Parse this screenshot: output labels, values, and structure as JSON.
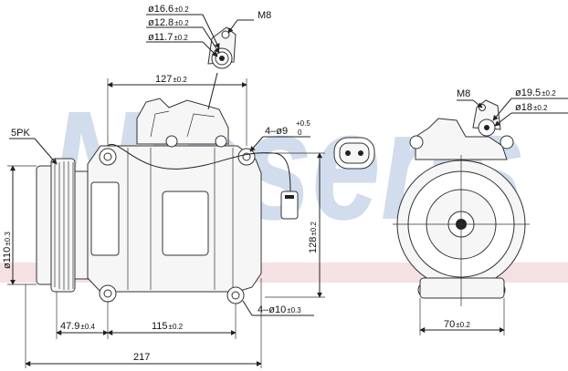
{
  "watermark": {
    "text": "Nissens",
    "color": "#c9d6ea"
  },
  "band_color": "#f2d9dd",
  "labels": {
    "d16_6": {
      "main": "ø16.6",
      "tol": "±0.2"
    },
    "d12_8": {
      "main": "ø12.8",
      "tol": "±0.2"
    },
    "d11_7": {
      "main": "ø11.7",
      "tol": "±0.2"
    },
    "m8_top": "M8",
    "d127": {
      "main": "127",
      "tol": "±0.2"
    },
    "holes_top": {
      "main": "4–ø9",
      "tol_up": "+0.5",
      "tol_dn": "0"
    },
    "pk": "5PK",
    "d110": {
      "main": "ø110",
      "tol": "±0.3"
    },
    "d128": {
      "main": "128",
      "tol": "±0.2"
    },
    "d47_9": {
      "main": "47.9",
      "tol": "±0.4"
    },
    "d115": {
      "main": "115",
      "tol": "±0.2"
    },
    "holes_bottom": {
      "main": "4–ø10",
      "tol": "±0.3"
    },
    "d217": "217",
    "m8_right": "M8",
    "d19_5": {
      "main": "ø19.5",
      "tol": "±0.2"
    },
    "d18": {
      "main": "ø18",
      "tol": "±0.2"
    },
    "d70": {
      "main": "70",
      "tol": "±0.2"
    }
  }
}
